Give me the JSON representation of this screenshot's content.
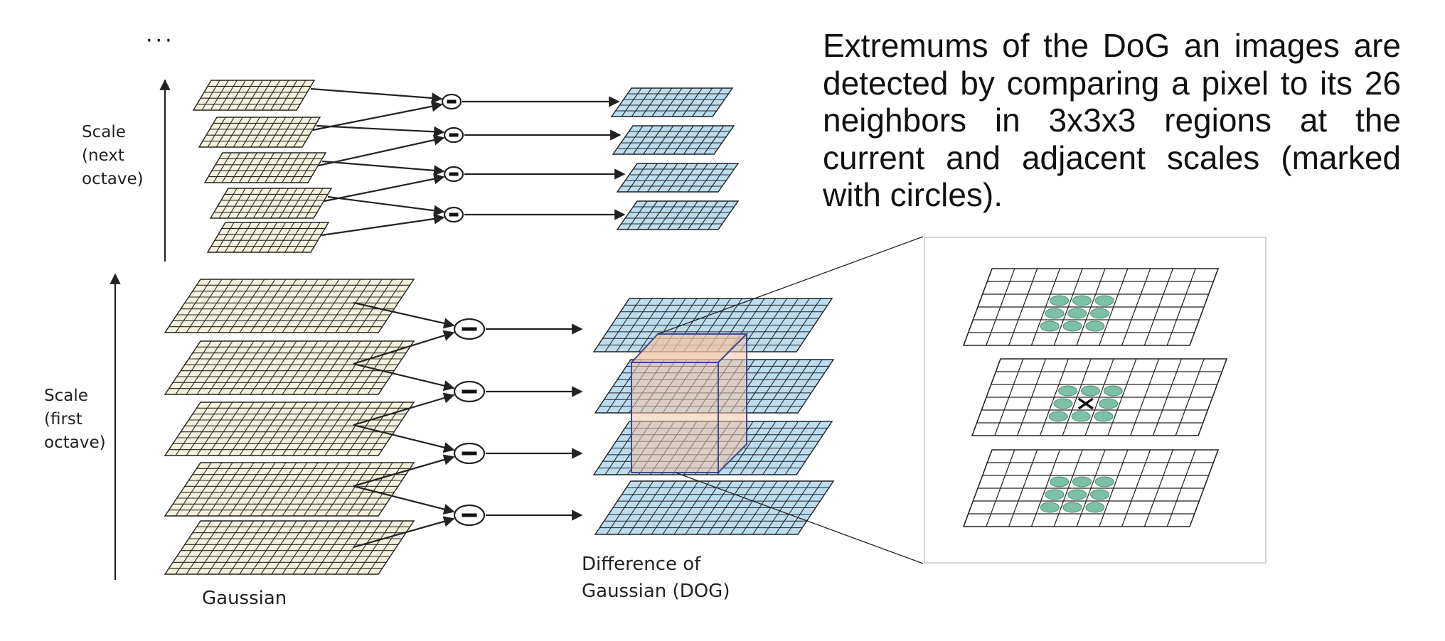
{
  "description": {
    "text": "Extremums of the DoG an images are detected by comparing a pixel to its 26 neighbors in 3x3x3 regions at the current and adjacent scales (marked with circles)."
  },
  "diagram": {
    "ellipsis": "···",
    "scale_next": [
      "Scale",
      "(next",
      "octave)"
    ],
    "scale_first": [
      "Scale",
      "(first",
      "octave)"
    ],
    "gaussian_label": "Gaussian",
    "dog_label": [
      "Difference of",
      "Gaussian (DOG)"
    ],
    "subtract_symbol": "−"
  },
  "colors": {
    "gaussian_fill": "#f4f1dc",
    "dog_fill": "#bcdcef",
    "cube_fill": "#f3c4a6",
    "cube_edge": "#3b4a90",
    "neighbor_fill": "#7cc1a6",
    "grid_line": "#222222"
  },
  "icons": {
    "subtract": "circled-minus-icon",
    "center_pixel": "x-mark-icon",
    "arrow": "arrow-right-icon"
  }
}
